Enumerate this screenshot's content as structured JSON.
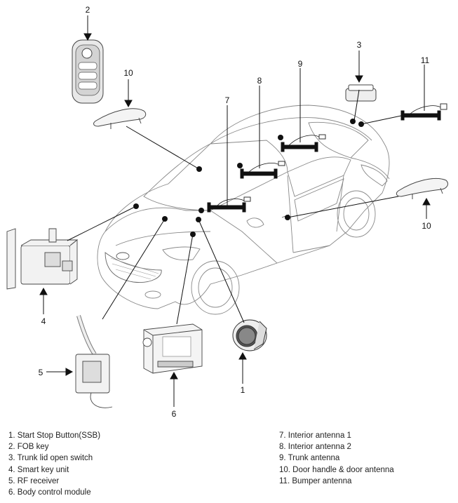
{
  "callouts": {
    "c1": "1",
    "c2": "2",
    "c3": "3",
    "c4": "4",
    "c5": "5",
    "c6": "6",
    "c7": "7",
    "c8": "8",
    "c9": "9",
    "c10a": "10",
    "c10b": "10",
    "c11": "11"
  },
  "legend": {
    "left": [
      "1. Start Stop Button(SSB)",
      "2. FOB key",
      "3. Trunk lid open switch",
      "4. Smart key unit",
      "5. RF receiver",
      "6. Body control module"
    ],
    "right": [
      "7. Interior antenna 1",
      "8. Interior antenna 2",
      "9. Trunk antenna",
      "10. Door handle & door antenna",
      "11. Bumper antenna"
    ]
  }
}
